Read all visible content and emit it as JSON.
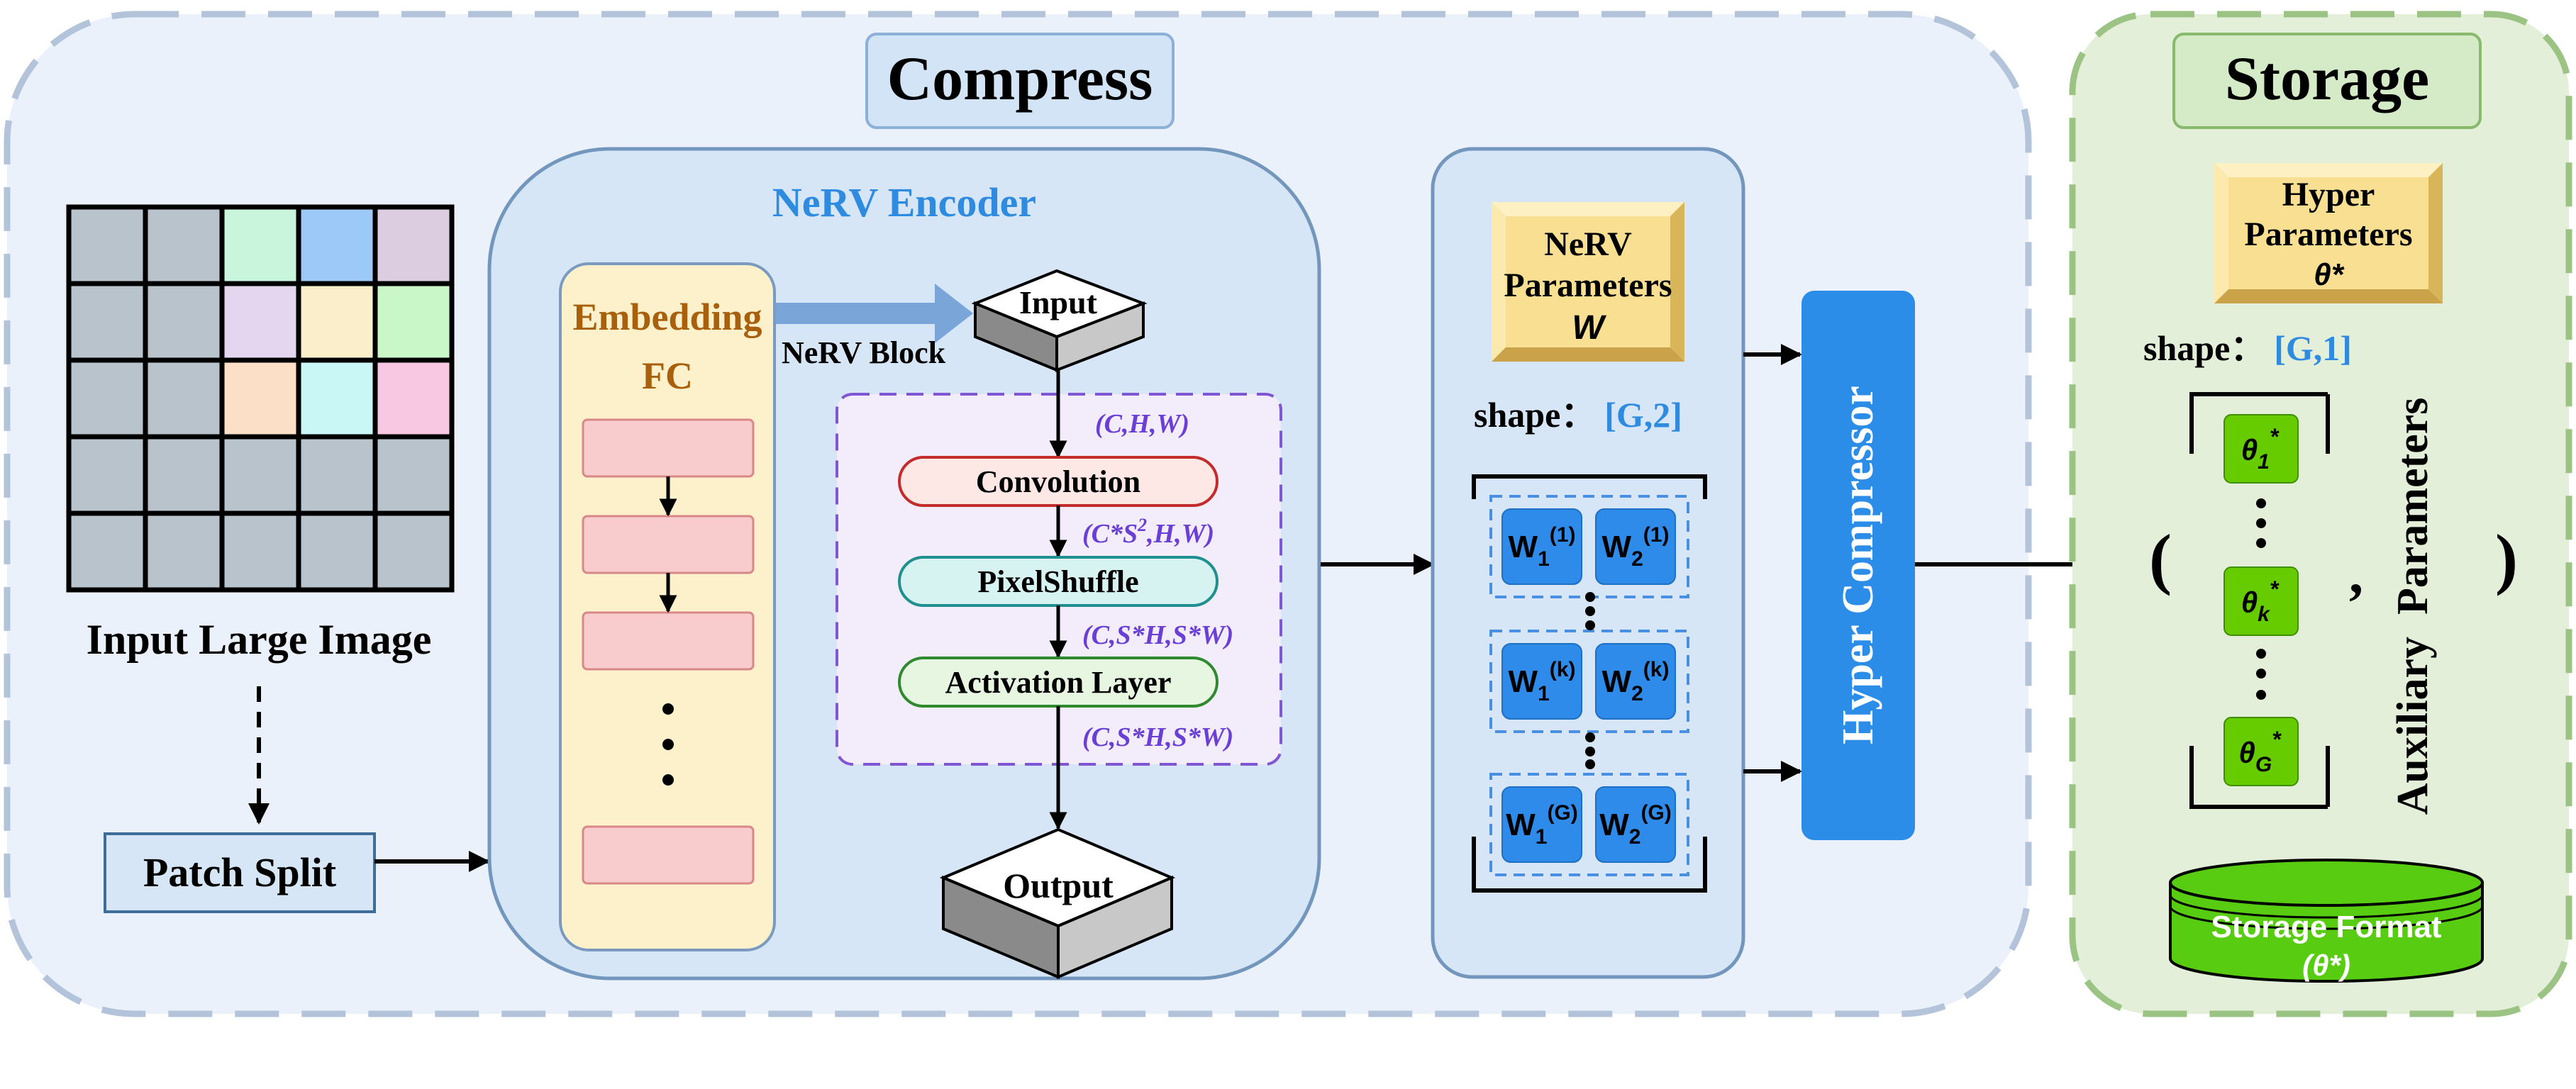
{
  "compress": {
    "title": "Compress",
    "input_label": "Input Large Image",
    "patch_split": "Patch Split",
    "grid_colors": [
      [
        "#b8c3cc",
        "#b8c3cc",
        "#c9f5dc",
        "#9cc9f7",
        "#dccde0"
      ],
      [
        "#b8c3cc",
        "#b8c3cc",
        "#e4d6ee",
        "#faeecb",
        "#c9f7c8"
      ],
      [
        "#b8c3cc",
        "#b8c3cc",
        "#fbdfc6",
        "#c8f7f6",
        "#f8c8e2"
      ],
      [
        "#b8c3cc",
        "#b8c3cc",
        "#b8c3cc",
        "#b8c3cc",
        "#b8c3cc"
      ],
      [
        "#b8c3cc",
        "#b8c3cc",
        "#b8c3cc",
        "#b8c3cc",
        "#b8c3cc"
      ]
    ]
  },
  "encoder": {
    "title": "NeRV Encoder",
    "embedding_line1": "Embedding",
    "embedding_line2": "FC",
    "nerv_block": "NeRV Block",
    "input": "Input",
    "output": "Output",
    "convolution": "Convolution",
    "pixelshuffle": "PixelShuffle",
    "activation": "Activation Layer",
    "shape1": "(C,H,W)",
    "shape2": "(C*S",
    "shape2_sup": "2",
    "shape2_end": ",H,W)",
    "shape3": "(C,S*H,S*W)",
    "shape4": "(C,S*H,S*W)"
  },
  "params": {
    "label_line1": "NeRV",
    "label_line2": "Parameters",
    "label_line3": "W",
    "shape_prefix": "shape：",
    "shape_value": "[G,2]",
    "rows": [
      {
        "a": "W",
        "a_sub": "1",
        "a_sup": "(1)",
        "b": "W",
        "b_sub": "2",
        "b_sup": "(1)"
      },
      {
        "a": "W",
        "a_sub": "1",
        "a_sup": "(k)",
        "b": "W",
        "b_sub": "2",
        "b_sup": "(k)"
      },
      {
        "a": "W",
        "a_sub": "1",
        "a_sup": "(G)",
        "b": "W",
        "b_sub": "2",
        "b_sup": "(G)"
      }
    ]
  },
  "hyper_compressor": "Hyper Compressor",
  "storage": {
    "title": "Storage",
    "hyper_line1": "Hyper",
    "hyper_line2": "Parameters",
    "hyper_line3": "θ*",
    "shape_prefix": "shape：",
    "shape_value": "[G,1]",
    "thetas": [
      {
        "base": "θ",
        "sub": "1",
        "sup": "*"
      },
      {
        "base": "θ",
        "sub": "k",
        "sup": "*"
      },
      {
        "base": "θ",
        "sub": "G",
        "sup": "*"
      }
    ],
    "aux_label": "Auxiliary  Parameters",
    "paren_open": "(",
    "comma": ",",
    "paren_close": ")",
    "format_line1": "Storage Format",
    "format_line2": "(θ*)"
  },
  "colors": {
    "panel_compress": "#ebf1fa",
    "panel_compress_border": "#b3c3d9",
    "panel_storage": "#e4efda",
    "panel_storage_border": "#9bc383",
    "encoder_fill": "#d6e6f6",
    "encoder_border": "#7396bd",
    "embedding_fill": "#fdf1cc",
    "embedding_text": "#a8600d",
    "block_fill": "#f3ecfb",
    "block_border": "#8156d3",
    "shape_text": "#6a3fd6",
    "blue_accent": "#2e8be0",
    "compressor_fill": "#2b8de8",
    "param_cell": "#2e8be9",
    "theta_cell": "#66cc00",
    "gold_tile": "#f9df92"
  }
}
